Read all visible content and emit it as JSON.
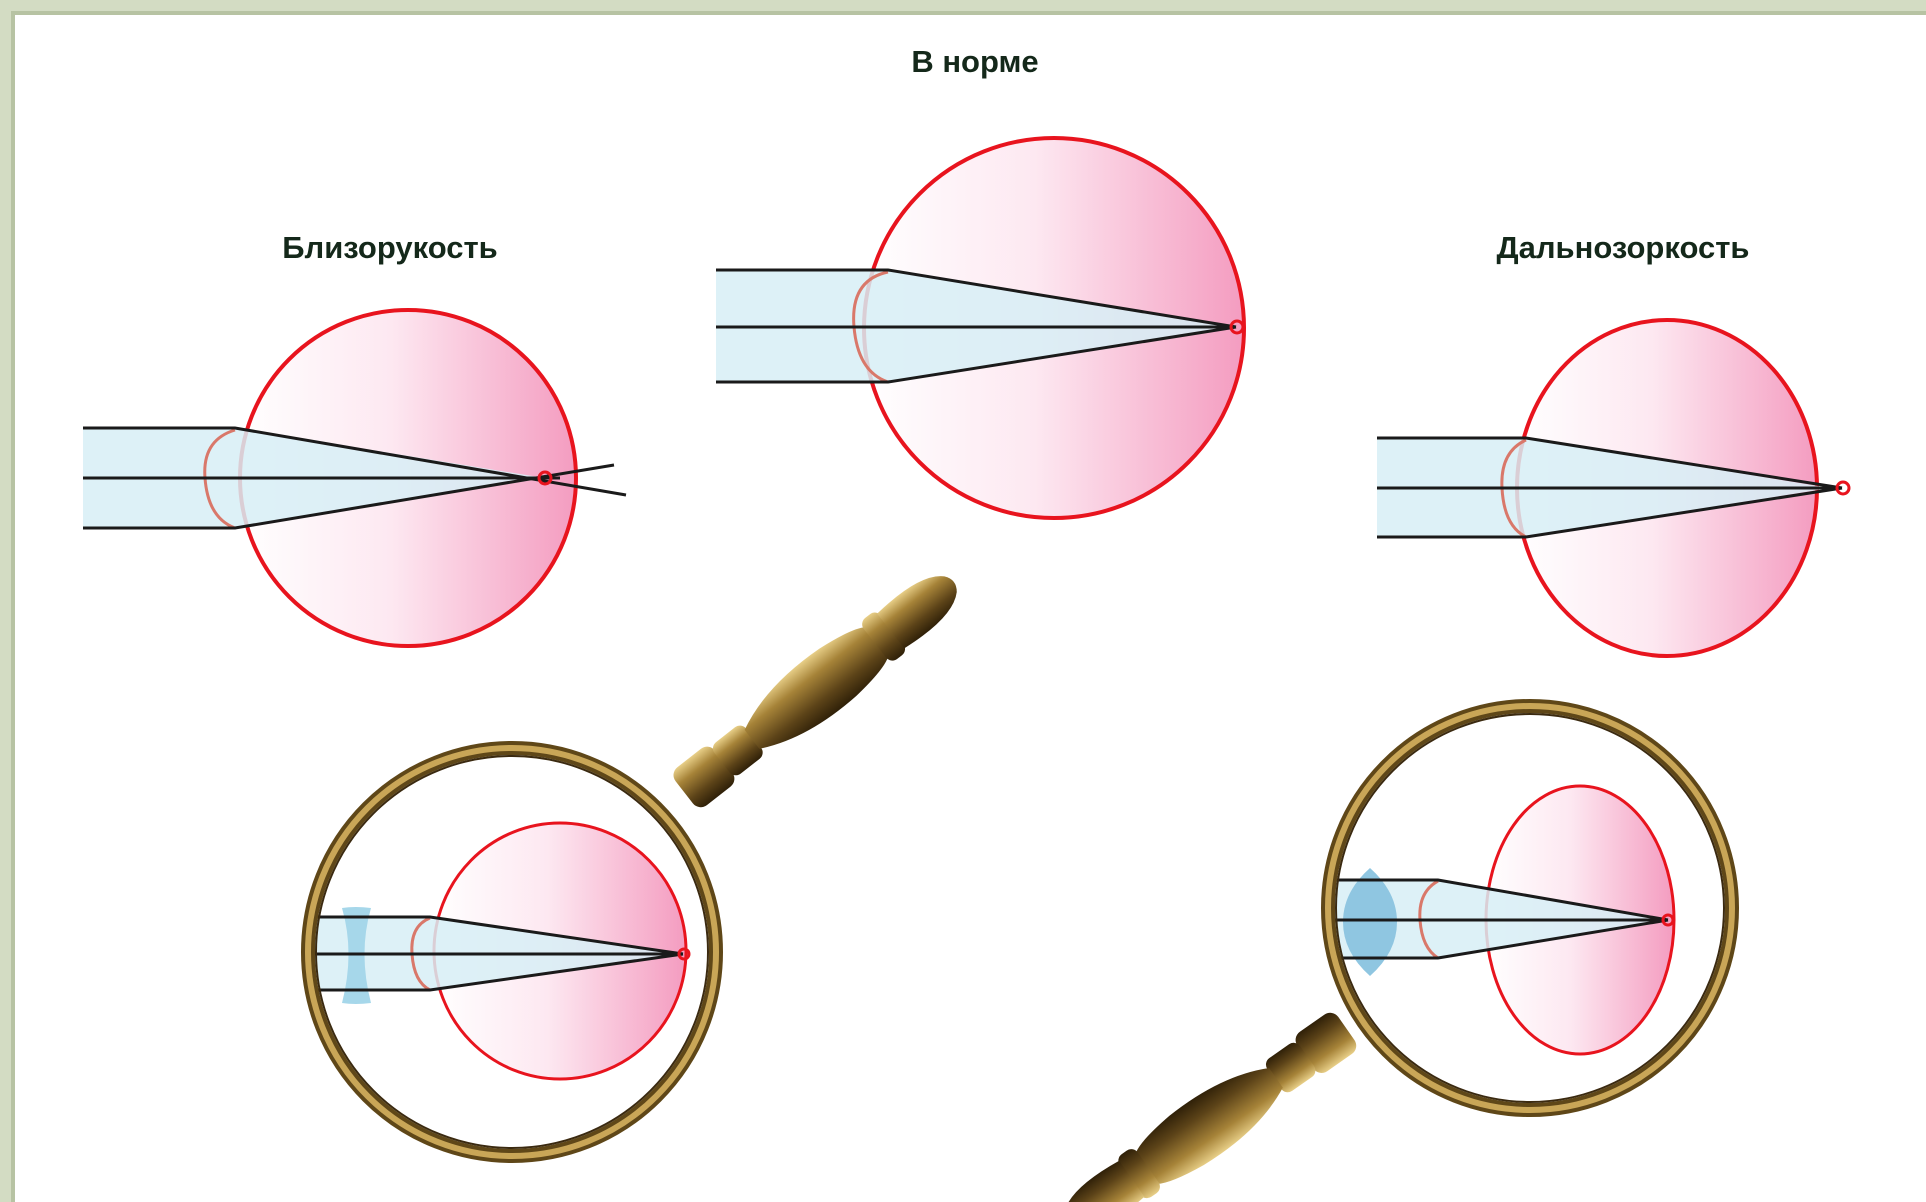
{
  "labels": {
    "normal": "В норме",
    "myopia": "Близорукость",
    "hyperopia": "Дальнозоркость"
  },
  "colors": {
    "sclera": "#e8141e",
    "eye_fill_light": "#ffffff",
    "eye_fill_dark": "#f49cc0",
    "beam": "#d7eff6",
    "ray": "#1a1a1a",
    "lens_concave": "#a6d7ea",
    "lens_convex": "#8fc6e1",
    "magnifier_rim": "#9a7a3c",
    "handle": "#6b5022",
    "page_border": "#b7c3a3"
  },
  "icons": [
    "eye-myopia-icon",
    "eye-normal-icon",
    "eye-hyperopia-icon",
    "magnifier-concave-correction-icon",
    "magnifier-convex-correction-icon"
  ]
}
